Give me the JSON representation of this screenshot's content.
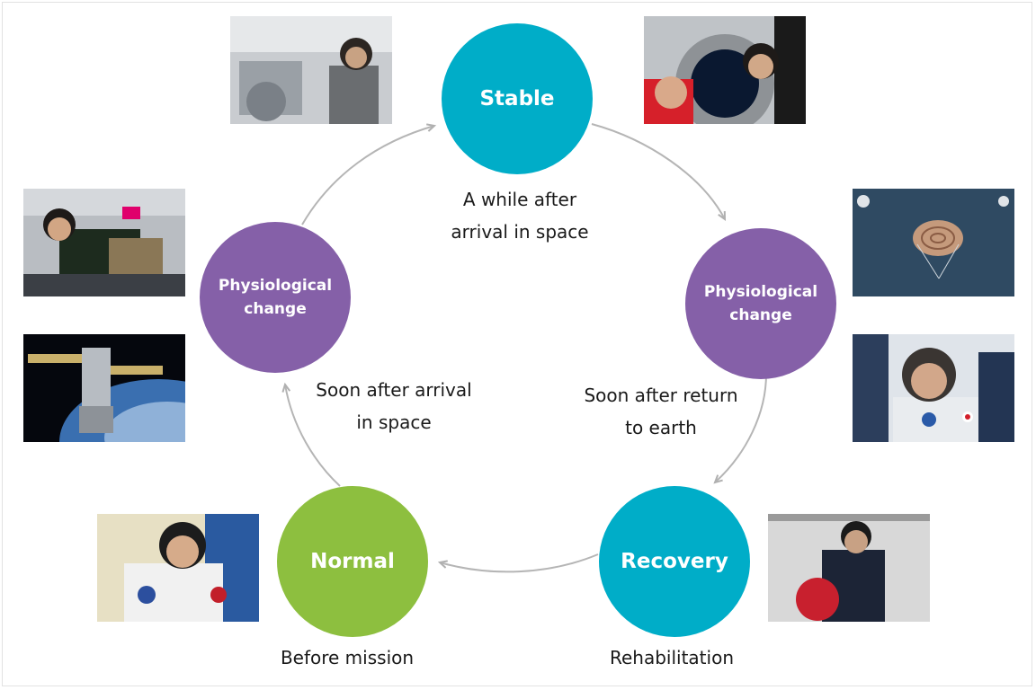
{
  "nodes": {
    "stable": {
      "label": "Stable",
      "color": "#00adc8"
    },
    "physio_right": {
      "label_line1": "Physiological",
      "label_line2": "change",
      "color": "#8560a8"
    },
    "recovery": {
      "label": "Recovery",
      "color": "#00adc8"
    },
    "normal": {
      "label": "Normal",
      "color": "#8dbf3f"
    },
    "physio_left": {
      "label_line1": "Physiological",
      "label_line2": "change",
      "color": "#8560a8"
    }
  },
  "captions": {
    "stable_line1": "A while after",
    "stable_line2": "arrival in space",
    "return_line1": "Soon after return",
    "return_line2": "to earth",
    "arrival_line1": "Soon after arrival",
    "arrival_line2": "in space",
    "before_mission": "Before mission",
    "rehabilitation": "Rehabilitation"
  },
  "photos": [
    {
      "name": "astronaut-exercising-photo"
    },
    {
      "name": "cupola-window-photo"
    },
    {
      "name": "capsule-parachute-photo"
    },
    {
      "name": "astronaut-post-landing-photo"
    },
    {
      "name": "astronaut-rehabilitation-photo"
    },
    {
      "name": "astronaut-spacesuit-photo"
    },
    {
      "name": "spacecraft-orbit-photo"
    },
    {
      "name": "astronaut-relaxing-photo"
    }
  ],
  "arrow_color": "#b5b5b5"
}
